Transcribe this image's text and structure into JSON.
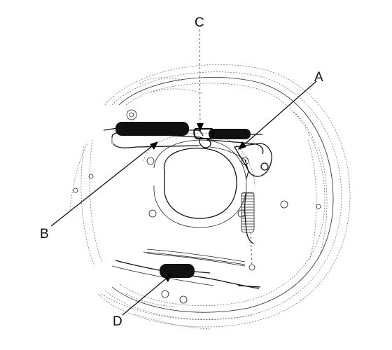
{
  "labels": {
    "a": "A",
    "b": "B",
    "c": "C",
    "d": "D"
  },
  "colors": {
    "ink": "#000000",
    "background": "#ffffff"
  }
}
